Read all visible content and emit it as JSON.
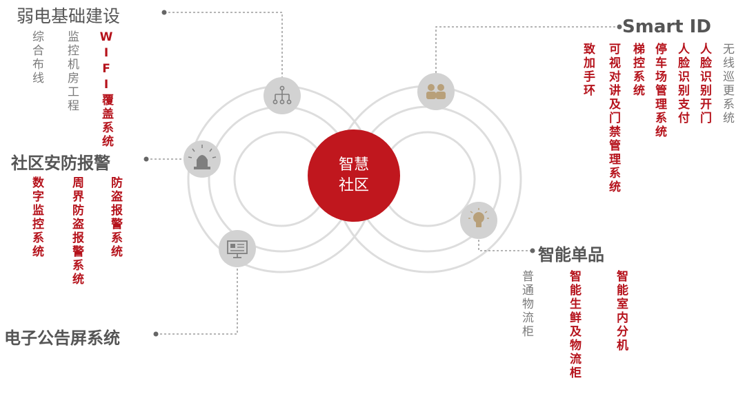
{
  "center": {
    "line1": "智慧",
    "line2": "社区"
  },
  "groups": {
    "weak_current": {
      "title": "弱电基础建设",
      "items": [
        "综合布线",
        "监控机房工程",
        "WIFI覆盖系统"
      ]
    },
    "smart_id": {
      "title": "Smart ID",
      "items": [
        "无线巡更系统",
        "人脸识别开门",
        "人脸识别支付",
        "停车场管理系统",
        "梯控系统",
        "可视对讲及门禁管理系统",
        "致加手环"
      ]
    },
    "security": {
      "title": "社区安防报警",
      "items": [
        "数字监控系统",
        "周界防盗报警系统",
        "防盗报警系统"
      ]
    },
    "smart_products": {
      "title": "智能单品",
      "items": [
        "普通物流柜",
        "智能生鲜及物流柜",
        "智能室内分机"
      ]
    },
    "screen": {
      "title": "电子公告屏系统"
    }
  },
  "colors": {
    "accent_red": "#c0171e",
    "text_red": "#b5121b",
    "ring_gray": "#dddddd",
    "icon_circle": "#d2d2d2",
    "icon_gray": "#7f7f7f",
    "icon_gold": "#b8a07a"
  },
  "icons": [
    "network-icon",
    "people-icon",
    "alarm-light-icon",
    "bulb-icon",
    "billboard-icon"
  ]
}
